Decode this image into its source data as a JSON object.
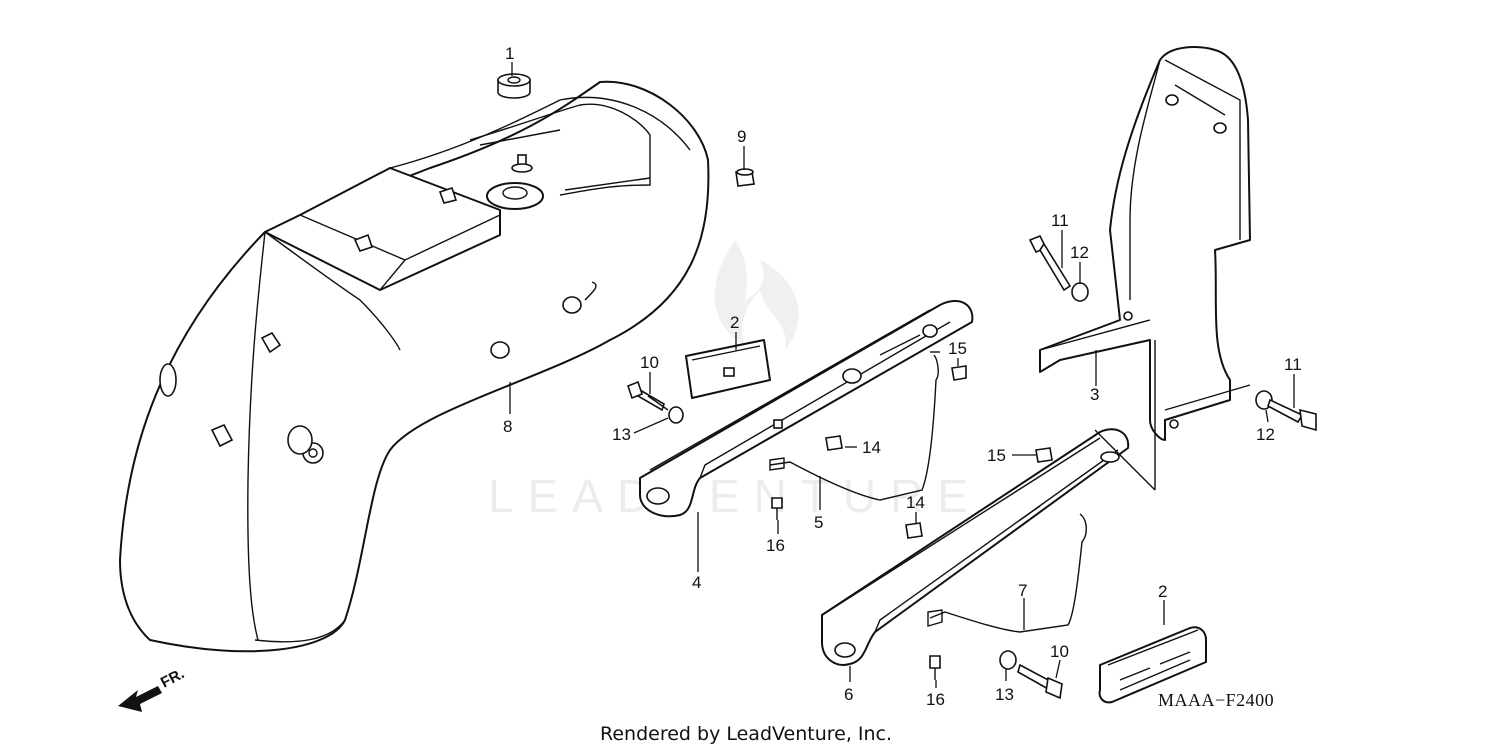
{
  "diagram": {
    "watermark": "LEADVENTURE",
    "drawing_code": "MAAA−F2400",
    "front_label": "FR.",
    "credit": "Rendered by LeadVenture, Inc.",
    "callouts": [
      {
        "id": "c1",
        "label": "1"
      },
      {
        "id": "c2a",
        "label": "2"
      },
      {
        "id": "c2b",
        "label": "2"
      },
      {
        "id": "c3",
        "label": "3"
      },
      {
        "id": "c4",
        "label": "4"
      },
      {
        "id": "c5",
        "label": "5"
      },
      {
        "id": "c6",
        "label": "6"
      },
      {
        "id": "c7",
        "label": "7"
      },
      {
        "id": "c8",
        "label": "8"
      },
      {
        "id": "c9",
        "label": "9"
      },
      {
        "id": "c10a",
        "label": "10"
      },
      {
        "id": "c10b",
        "label": "10"
      },
      {
        "id": "c11a",
        "label": "11"
      },
      {
        "id": "c11b",
        "label": "11"
      },
      {
        "id": "c12a",
        "label": "12"
      },
      {
        "id": "c12b",
        "label": "12"
      },
      {
        "id": "c13a",
        "label": "13"
      },
      {
        "id": "c13b",
        "label": "13"
      },
      {
        "id": "c14a",
        "label": "14"
      },
      {
        "id": "c14b",
        "label": "14"
      },
      {
        "id": "c15a",
        "label": "15"
      },
      {
        "id": "c15b",
        "label": "15"
      },
      {
        "id": "c16a",
        "label": "16"
      },
      {
        "id": "c16b",
        "label": "16"
      }
    ]
  }
}
